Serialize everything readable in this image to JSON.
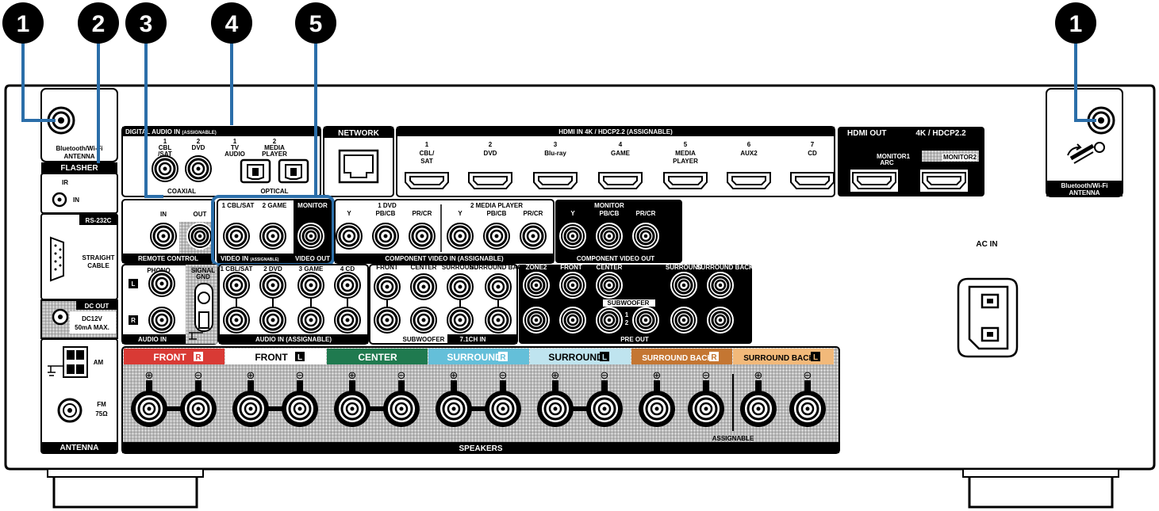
{
  "callouts": [
    "1",
    "2",
    "3",
    "4",
    "5",
    "1"
  ],
  "left": {
    "bt_antenna": "Bluetooth/Wi-Fi ANTENNA",
    "flasher": "FLASHER",
    "ir": "IR",
    "in": "IN",
    "rs232c": "RS-232C",
    "straight_cable_1": "STRAIGHT",
    "straight_cable_2": "CABLE",
    "dc_out": "DC OUT",
    "dc_spec_1": "DC12V",
    "dc_spec_2": "50mA MAX.",
    "am": "AM",
    "fm_1": "FM",
    "fm_2": "75Ω",
    "antenna": "ANTENNA"
  },
  "digital_audio": {
    "title": "DIGITAL AUDIO IN",
    "assignable": "(ASSIGNABLE)",
    "coax1_1": "1",
    "coax1_2": "CBL",
    "coax1_3": "/SAT",
    "coax2_1": "2",
    "coax2_2": "DVD",
    "opt1_1": "1",
    "opt1_2": "TV",
    "opt1_3": "AUDIO",
    "opt2_1": "2",
    "opt2_2": "MEDIA",
    "opt2_3": "PLAYER",
    "coaxial": "COAXIAL",
    "optical": "OPTICAL"
  },
  "network": "NETWORK",
  "hdmi_in": {
    "title": "HDMI IN 4K / HDCP2.2 (ASSIGNABLE)",
    "inputs": [
      {
        "num": "1",
        "name": "CBL/",
        "name2": "SAT"
      },
      {
        "num": "2",
        "name": "DVD",
        "name2": ""
      },
      {
        "num": "3",
        "name": "Blu-ray",
        "name2": ""
      },
      {
        "num": "4",
        "name": "GAME",
        "name2": ""
      },
      {
        "num": "5",
        "name": "MEDIA",
        "name2": "PLAYER"
      },
      {
        "num": "6",
        "name": "AUX2",
        "name2": ""
      },
      {
        "num": "7",
        "name": "CD",
        "name2": ""
      }
    ]
  },
  "hdmi_out": {
    "title": "HDMI OUT",
    "spec": "4K / HDCP2.2",
    "monitor1": "MONITOR1",
    "arc": "ARC",
    "monitor2": "MONITOR2"
  },
  "remote_control": {
    "title": "REMOTE CONTROL",
    "in": "IN",
    "out": "OUT"
  },
  "video_in": {
    "title": "VIDEO IN",
    "assignable": "(ASSIGNABLE)",
    "in1": "1 CBL/SAT",
    "in2": "2 GAME",
    "monitor": "MONITOR",
    "video_out": "VIDEO OUT"
  },
  "component_in": {
    "title": "COMPONENT VIDEO IN (ASSIGNABLE)",
    "g1": "1 DVD",
    "g2": "2 MEDIA PLAYER",
    "y": "Y",
    "pb": "PB/CB",
    "pr": "PR/CR"
  },
  "component_out": {
    "title": "COMPONENT VIDEO OUT",
    "monitor": "MONITOR",
    "y": "Y",
    "pb": "PB/CB",
    "pr": "PR/CR"
  },
  "phono": {
    "title": "PHONO",
    "l": "L",
    "r": "R",
    "signal_gnd_1": "SIGNAL",
    "signal_gnd_2": "GND",
    "audio_in": "AUDIO IN"
  },
  "audio_in_assignable": {
    "title": "AUDIO IN (ASSIGNABLE)",
    "inputs": [
      "1 CBL/SAT",
      "2 DVD",
      "3 GAME",
      "4 CD"
    ]
  },
  "ch71_in": {
    "title": "7.1CH IN",
    "front": "FRONT",
    "center": "CENTER",
    "surround": "SURROUND",
    "surround_back": "SURROUND BACK",
    "subwoofer": "SUBWOOFER"
  },
  "pre_out": {
    "title": "PRE OUT",
    "zone2": "ZONE2",
    "front": "FRONT",
    "center": "CENTER",
    "surround": "SURROUND",
    "surround_back": "SURROUND BACK",
    "subwoofer": "SUBWOOFER",
    "n1": "1",
    "n2": "2"
  },
  "speakers": {
    "title": "SPEAKERS",
    "assignable": "ASSIGNABLE",
    "plus": "⊕",
    "minus": "⊖",
    "groups": [
      {
        "label": "FRONT",
        "side": "R",
        "color": "#d93a35",
        "text": "#ffffff"
      },
      {
        "label": "FRONT",
        "side": "L",
        "color": "#ffffff",
        "text": "#000000"
      },
      {
        "label": "CENTER",
        "side": "",
        "color": "#1f7a4f",
        "text": "#ffffff"
      },
      {
        "label": "SURROUND",
        "side": "R",
        "color": "#64bfd9",
        "text": "#ffffff"
      },
      {
        "label": "SURROUND",
        "side": "L",
        "color": "#bfe4ef",
        "text": "#000000"
      },
      {
        "label": "SURROUND BACK",
        "side": "R",
        "color": "#c47632",
        "text": "#ffffff"
      },
      {
        "label": "SURROUND BACK",
        "side": "L",
        "color": "#f2b97a",
        "text": "#000000"
      }
    ]
  },
  "ac_in": "AC IN",
  "right_antenna": "Bluetooth/Wi-Fi ANTENNA",
  "colors": {
    "callout": "#000000",
    "leader": "#2b6ea9",
    "panel": "#000000",
    "hatch": "#9a9a9a"
  }
}
